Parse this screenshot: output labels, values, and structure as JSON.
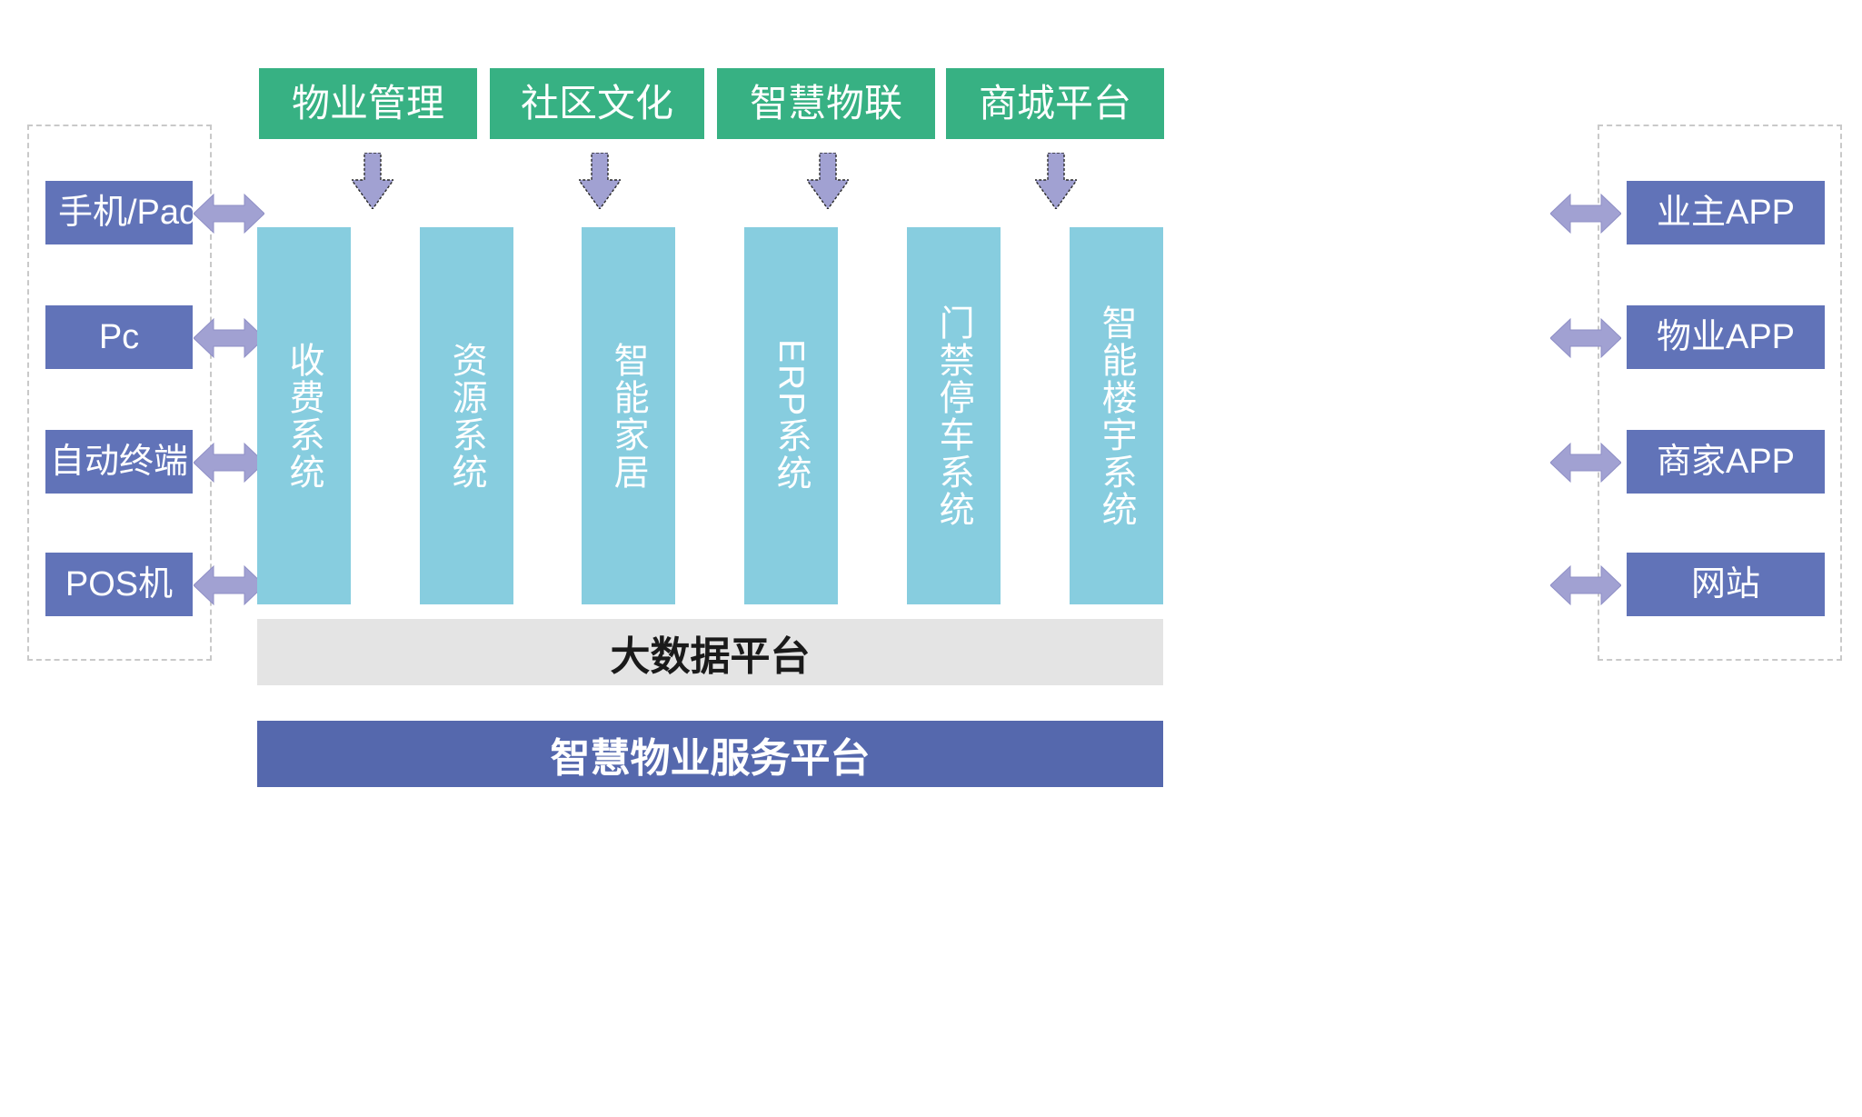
{
  "diagram": {
    "title_bar_bottom": "智慧物业服务平台",
    "data_platform_bar": "大数据平台",
    "top_capabilities": [
      {
        "label": "物业管理"
      },
      {
        "label": "社区文化"
      },
      {
        "label": "智慧物联"
      },
      {
        "label": "商城平台"
      }
    ],
    "systems": [
      {
        "label": "收费系统",
        "orientation": "upright"
      },
      {
        "label": "资源系统",
        "orientation": "upright"
      },
      {
        "label": "智能家居",
        "orientation": "upright"
      },
      {
        "label": "ERP系统",
        "orientation": "mixed"
      },
      {
        "label": "门禁停车系统",
        "orientation": "upright"
      },
      {
        "label": "智能楼宇系统",
        "orientation": "upright"
      }
    ],
    "left_terminals": [
      {
        "label": "手机/Pad"
      },
      {
        "label": "Pc"
      },
      {
        "label": "自动终端"
      },
      {
        "label": "POS机"
      }
    ],
    "right_channels": [
      {
        "label": "业主APP"
      },
      {
        "label": "物业APP"
      },
      {
        "label": "商家APP"
      },
      {
        "label": "网站"
      }
    ],
    "colors": {
      "green": "#37b183",
      "cyan": "#87cddf",
      "purple_chip": "#6173b8",
      "purple_arrow": "#a1a1d2",
      "grey_bar": "#e4e4e4",
      "blue_bar": "#5568ad",
      "dashed_border": "#c9c9c9"
    }
  }
}
